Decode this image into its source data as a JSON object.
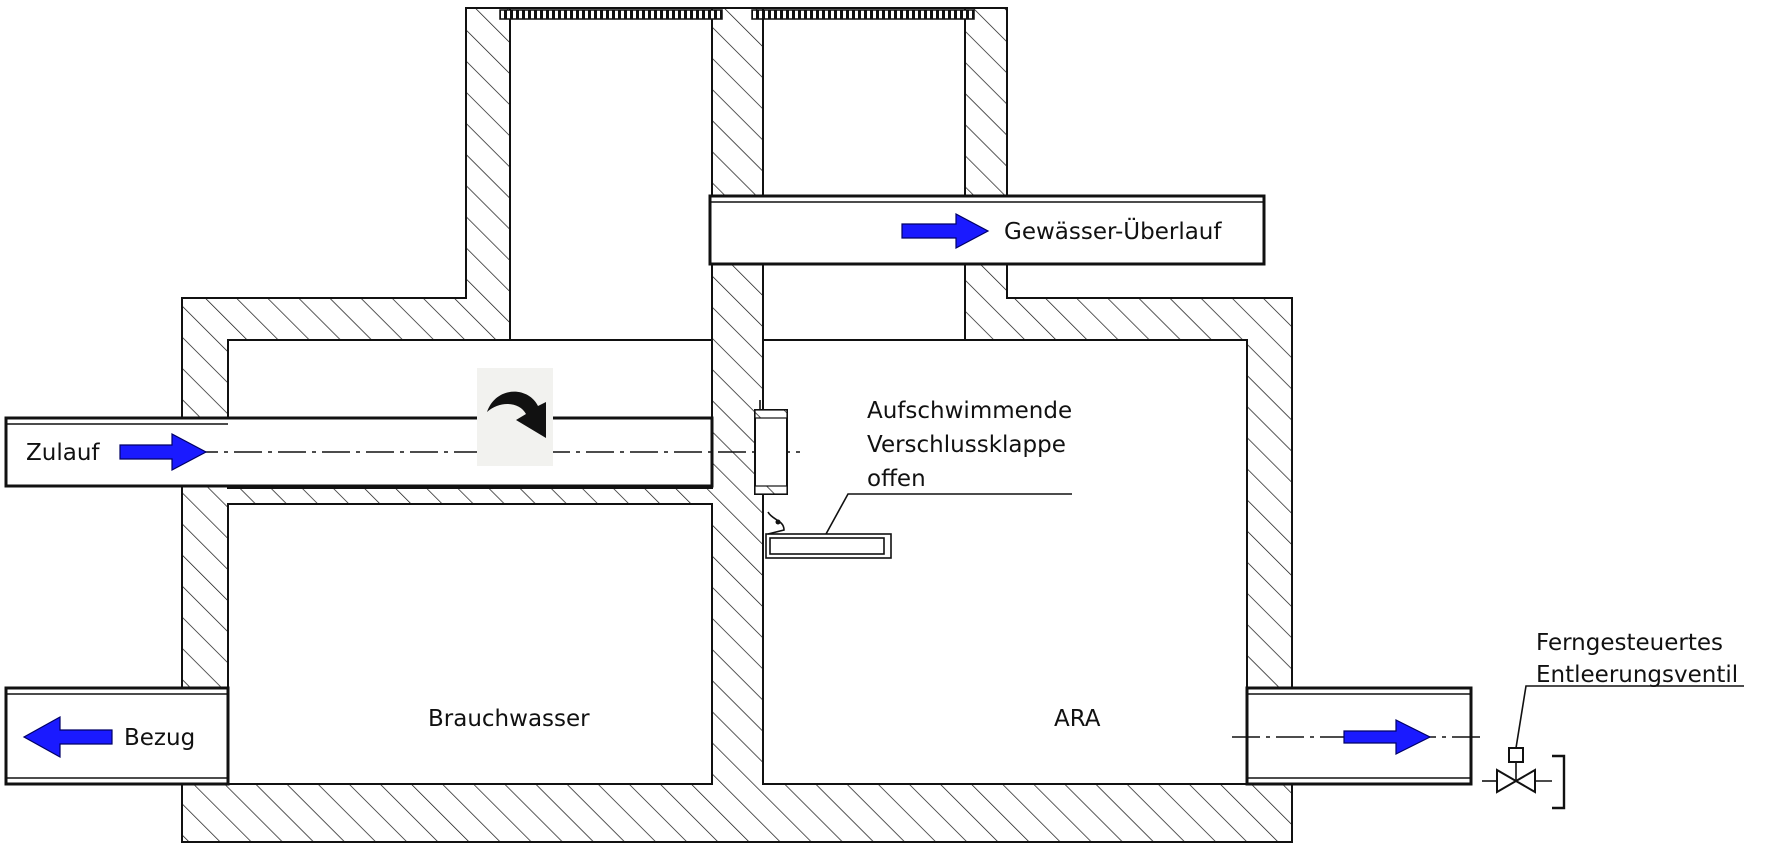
{
  "labels": {
    "zulauf": "Zulauf",
    "bezug": "Bezug",
    "brauchwasser": "Brauchwasser",
    "ara": "ARA",
    "ueberlauf": "Gewässer-Überlauf",
    "klappe_line1": "Aufschwimmende",
    "klappe_line2": "Verschlussklappe",
    "klappe_line3": "offen",
    "ventil_line1": "Ferngesteuertes",
    "ventil_line2": "Entleerungsventil"
  },
  "colors": {
    "flow_arrow": "#1a1aff",
    "line": "#111111",
    "background": "#ffffff"
  },
  "icons": {
    "flow_arrows": "blue-arrow",
    "valve": "remote-valve-icon",
    "flap_indicator": "curved-arrow-icon"
  }
}
